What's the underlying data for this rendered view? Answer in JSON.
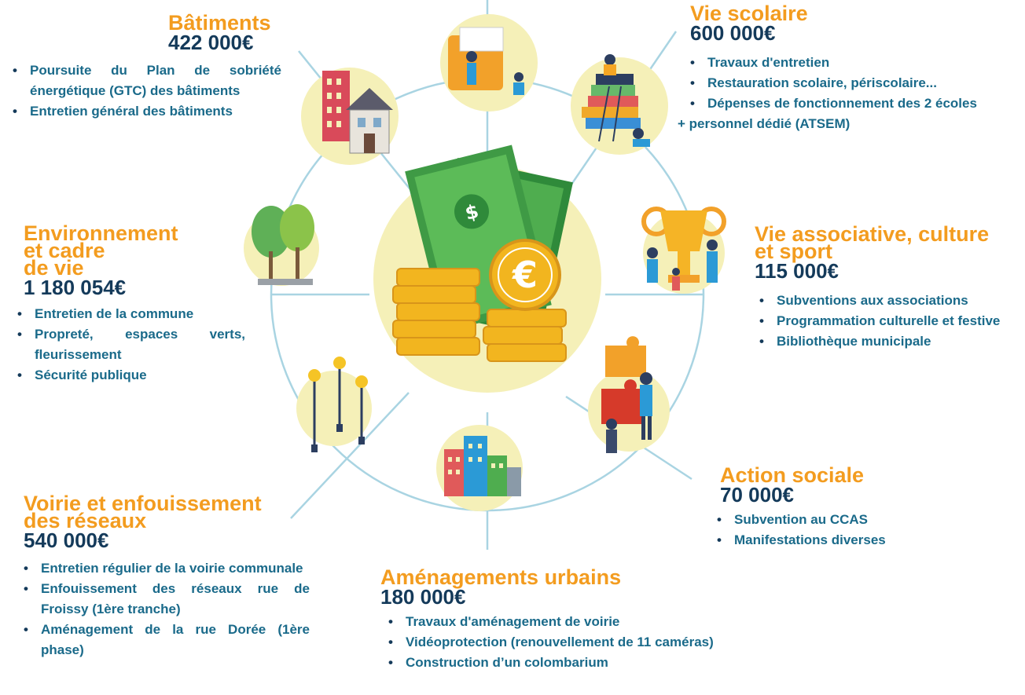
{
  "center": {
    "symbol": "€"
  },
  "categories": [
    {
      "key": "batiments",
      "title": "Bâtiments",
      "amount": "422 000€",
      "items": [
        "Poursuite du Plan de sobriété énergétique (GTC) des bâtiments",
        "Entretien général des bâtiments"
      ]
    },
    {
      "key": "vie_scolaire",
      "title": "Vie scolaire",
      "amount": "600 000€",
      "items": [
        "Travaux d'entretien",
        "Restauration scolaire, périscolaire...",
        "Dépenses de fonctionnement des 2 écoles"
      ],
      "extra": "+ personnel dédié (ATSEM)"
    },
    {
      "key": "environnement",
      "title": "Environnement\net cadre\n de vie",
      "amount": "1 180 054€",
      "items": [
        "Entretien de la commune",
        "Propreté, espaces verts, fleurissement",
        "Sécurité publique"
      ]
    },
    {
      "key": "vie_associative",
      "title": "Vie associative, culture\net sport",
      "amount": "115 000€",
      "items": [
        "Subventions aux  associations",
        "Programmation culturelle et festive",
        "Bibliothèque municipale"
      ]
    },
    {
      "key": "action_sociale",
      "title": "Action sociale",
      "amount": "70 000€",
      "items": [
        "Subvention au CCAS",
        "Manifestations diverses"
      ]
    },
    {
      "key": "voirie",
      "title": "Voirie et enfouissement\ndes réseaux",
      "amount": "540 000€",
      "items": [
        "Entretien régulier de la voirie communale",
        "Enfouissement des réseaux rue de Froissy (1ère tranche)",
        "Aménagement de la rue Dorée (1ère phase)"
      ]
    },
    {
      "key": "amenagements",
      "title": "Aménagements urbains",
      "amount": "180 000€",
      "items": [
        "Travaux d'aménagement de voirie",
        "Vidéoprotection (renouvellement de 11 caméras)",
        "Construction d’un colombarium"
      ]
    }
  ],
  "colors": {
    "title": "#f39c1f",
    "amount": "#143a5a",
    "item": "#1a6a8a",
    "circle": "#f5f0b8",
    "spoke": "#a9d4e2",
    "money": "#3f9a45",
    "coin": "#f2b51f"
  },
  "icons": {
    "batiments": "buildings-icon",
    "vie_scolaire": "books-students-icon",
    "environnement": "trees-icon",
    "vie_associative": "trophy-team-icon",
    "action_sociale": "puzzle-people-icon",
    "amenagements": "city-icon",
    "voirie": "streetlights-icon",
    "top": "office-people-icon",
    "center": "money-coins-icon"
  }
}
